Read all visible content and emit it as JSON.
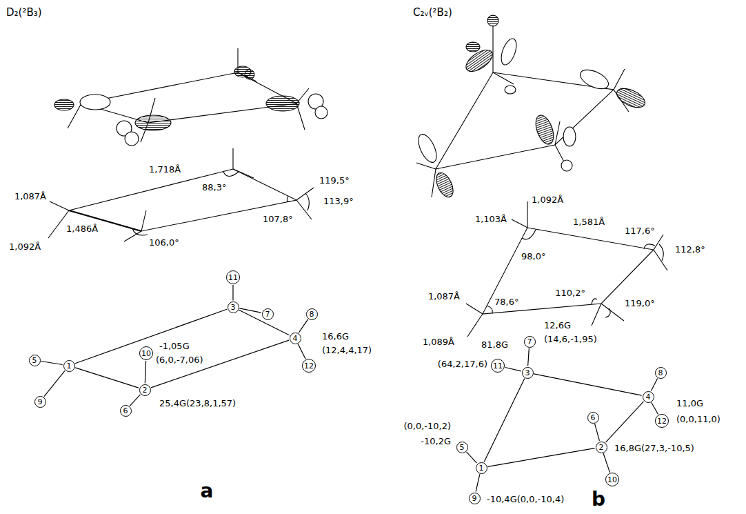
{
  "diagram": {
    "nodes": [
      {
        "text": [
          "11"
        ]
      },
      {
        "text": [
          "7"
        ]
      },
      {
        "text": [
          "5"
        ]
      },
      {
        "text": [
          "1"
        ]
      },
      {
        "text": [
          "3"
        ]
      },
      {
        "text": [
          "10"
        ]
      },
      {
        "text": [
          "4"
        ]
      },
      {
        "text": [
          "8"
        ]
      },
      {
        "text": [
          "9"
        ]
      },
      {
        "text": [
          "6"
        ]
      },
      {
        "text": [
          "2"
        ]
      },
      {
        "text": [
          "12"
        ]
      },
      {
        "text": [
          "7"
        ]
      },
      {
        "text": [
          "11"
        ]
      },
      {
        "text": [
          "3"
        ]
      },
      {
        "text": [
          "8"
        ]
      },
      {
        "text": [
          "4"
        ]
      },
      {
        "text": [
          "6"
        ]
      },
      {
        "text": [
          "12"
        ]
      },
      {
        "text": [
          "5"
        ]
      },
      {
        "text": [
          "2"
        ]
      },
      {
        "text": [
          "1"
        ]
      },
      {
        "text": [
          "10"
        ]
      },
      {
        "text": [
          "9"
        ]
      }
    ],
    "edges": [
      {
        "from": 3,
        "to": 4,
        "arrow": "none"
      },
      {
        "from": 4,
        "to": 6,
        "arrow": "none"
      },
      {
        "from": 6,
        "to": 10,
        "arrow": "none"
      },
      {
        "from": 10,
        "to": 3,
        "arrow": "none"
      },
      {
        "from": 4,
        "to": 0,
        "arrow": "none"
      },
      {
        "from": 4,
        "to": 1,
        "arrow": "none"
      },
      {
        "from": 3,
        "to": 2,
        "arrow": "none"
      },
      {
        "from": 3,
        "to": 8,
        "arrow": "none"
      },
      {
        "from": 10,
        "to": 5,
        "arrow": "none"
      },
      {
        "from": 10,
        "to": 9,
        "arrow": "none"
      },
      {
        "from": 6,
        "to": 7,
        "arrow": "none"
      },
      {
        "from": 6,
        "to": 11,
        "arrow": "none"
      },
      {
        "from": 14,
        "to": 16,
        "arrow": "none"
      },
      {
        "from": 16,
        "to": 20,
        "arrow": "none"
      },
      {
        "from": 20,
        "to": 21,
        "arrow": "none"
      },
      {
        "from": 21,
        "to": 14,
        "arrow": "none"
      },
      {
        "from": 14,
        "to": 12,
        "arrow": "none"
      },
      {
        "from": 14,
        "to": 13,
        "arrow": "none"
      },
      {
        "from": 16,
        "to": 15,
        "arrow": "none"
      },
      {
        "from": 16,
        "to": 18,
        "arrow": "none"
      },
      {
        "from": 20,
        "to": 17,
        "arrow": "none"
      },
      {
        "from": 20,
        "to": 22,
        "arrow": "none"
      },
      {
        "from": 21,
        "to": 19,
        "arrow": "none"
      },
      {
        "from": 21,
        "to": 23,
        "arrow": "none"
      }
    ],
    "labels": [
      "D₂(²B₃)",
      "1,718Å",
      "88,3°",
      "1,087Å",
      "119,5°",
      "113,9°",
      "1,486Å",
      "106,0°",
      "107,8°",
      "1,092Å",
      "-1,05G",
      "(6,0,-7,06)",
      "16,6G",
      "25,4G(23,8,1,57)",
      "(12,4,4,17)",
      "a",
      "C₂ᵥ(²B₂)",
      "1,092Å",
      "1,103Å",
      "1,581Å",
      "117,6°",
      "112,8°",
      "98,0°",
      "1,087Å",
      "78,6°",
      "110,2°",
      "119,0°",
      "1,089Å",
      "12,6G",
      "(14,6,-1,95)",
      "81,8G",
      "(64,2,17,6)",
      "(0,0,-10,2)",
      "11,0G",
      "(0,0,11,0)",
      "-10,2G",
      "16,8G(27,3,-10,5)",
      "-10,4G(0,0,-10,4)",
      "b"
    ]
  }
}
